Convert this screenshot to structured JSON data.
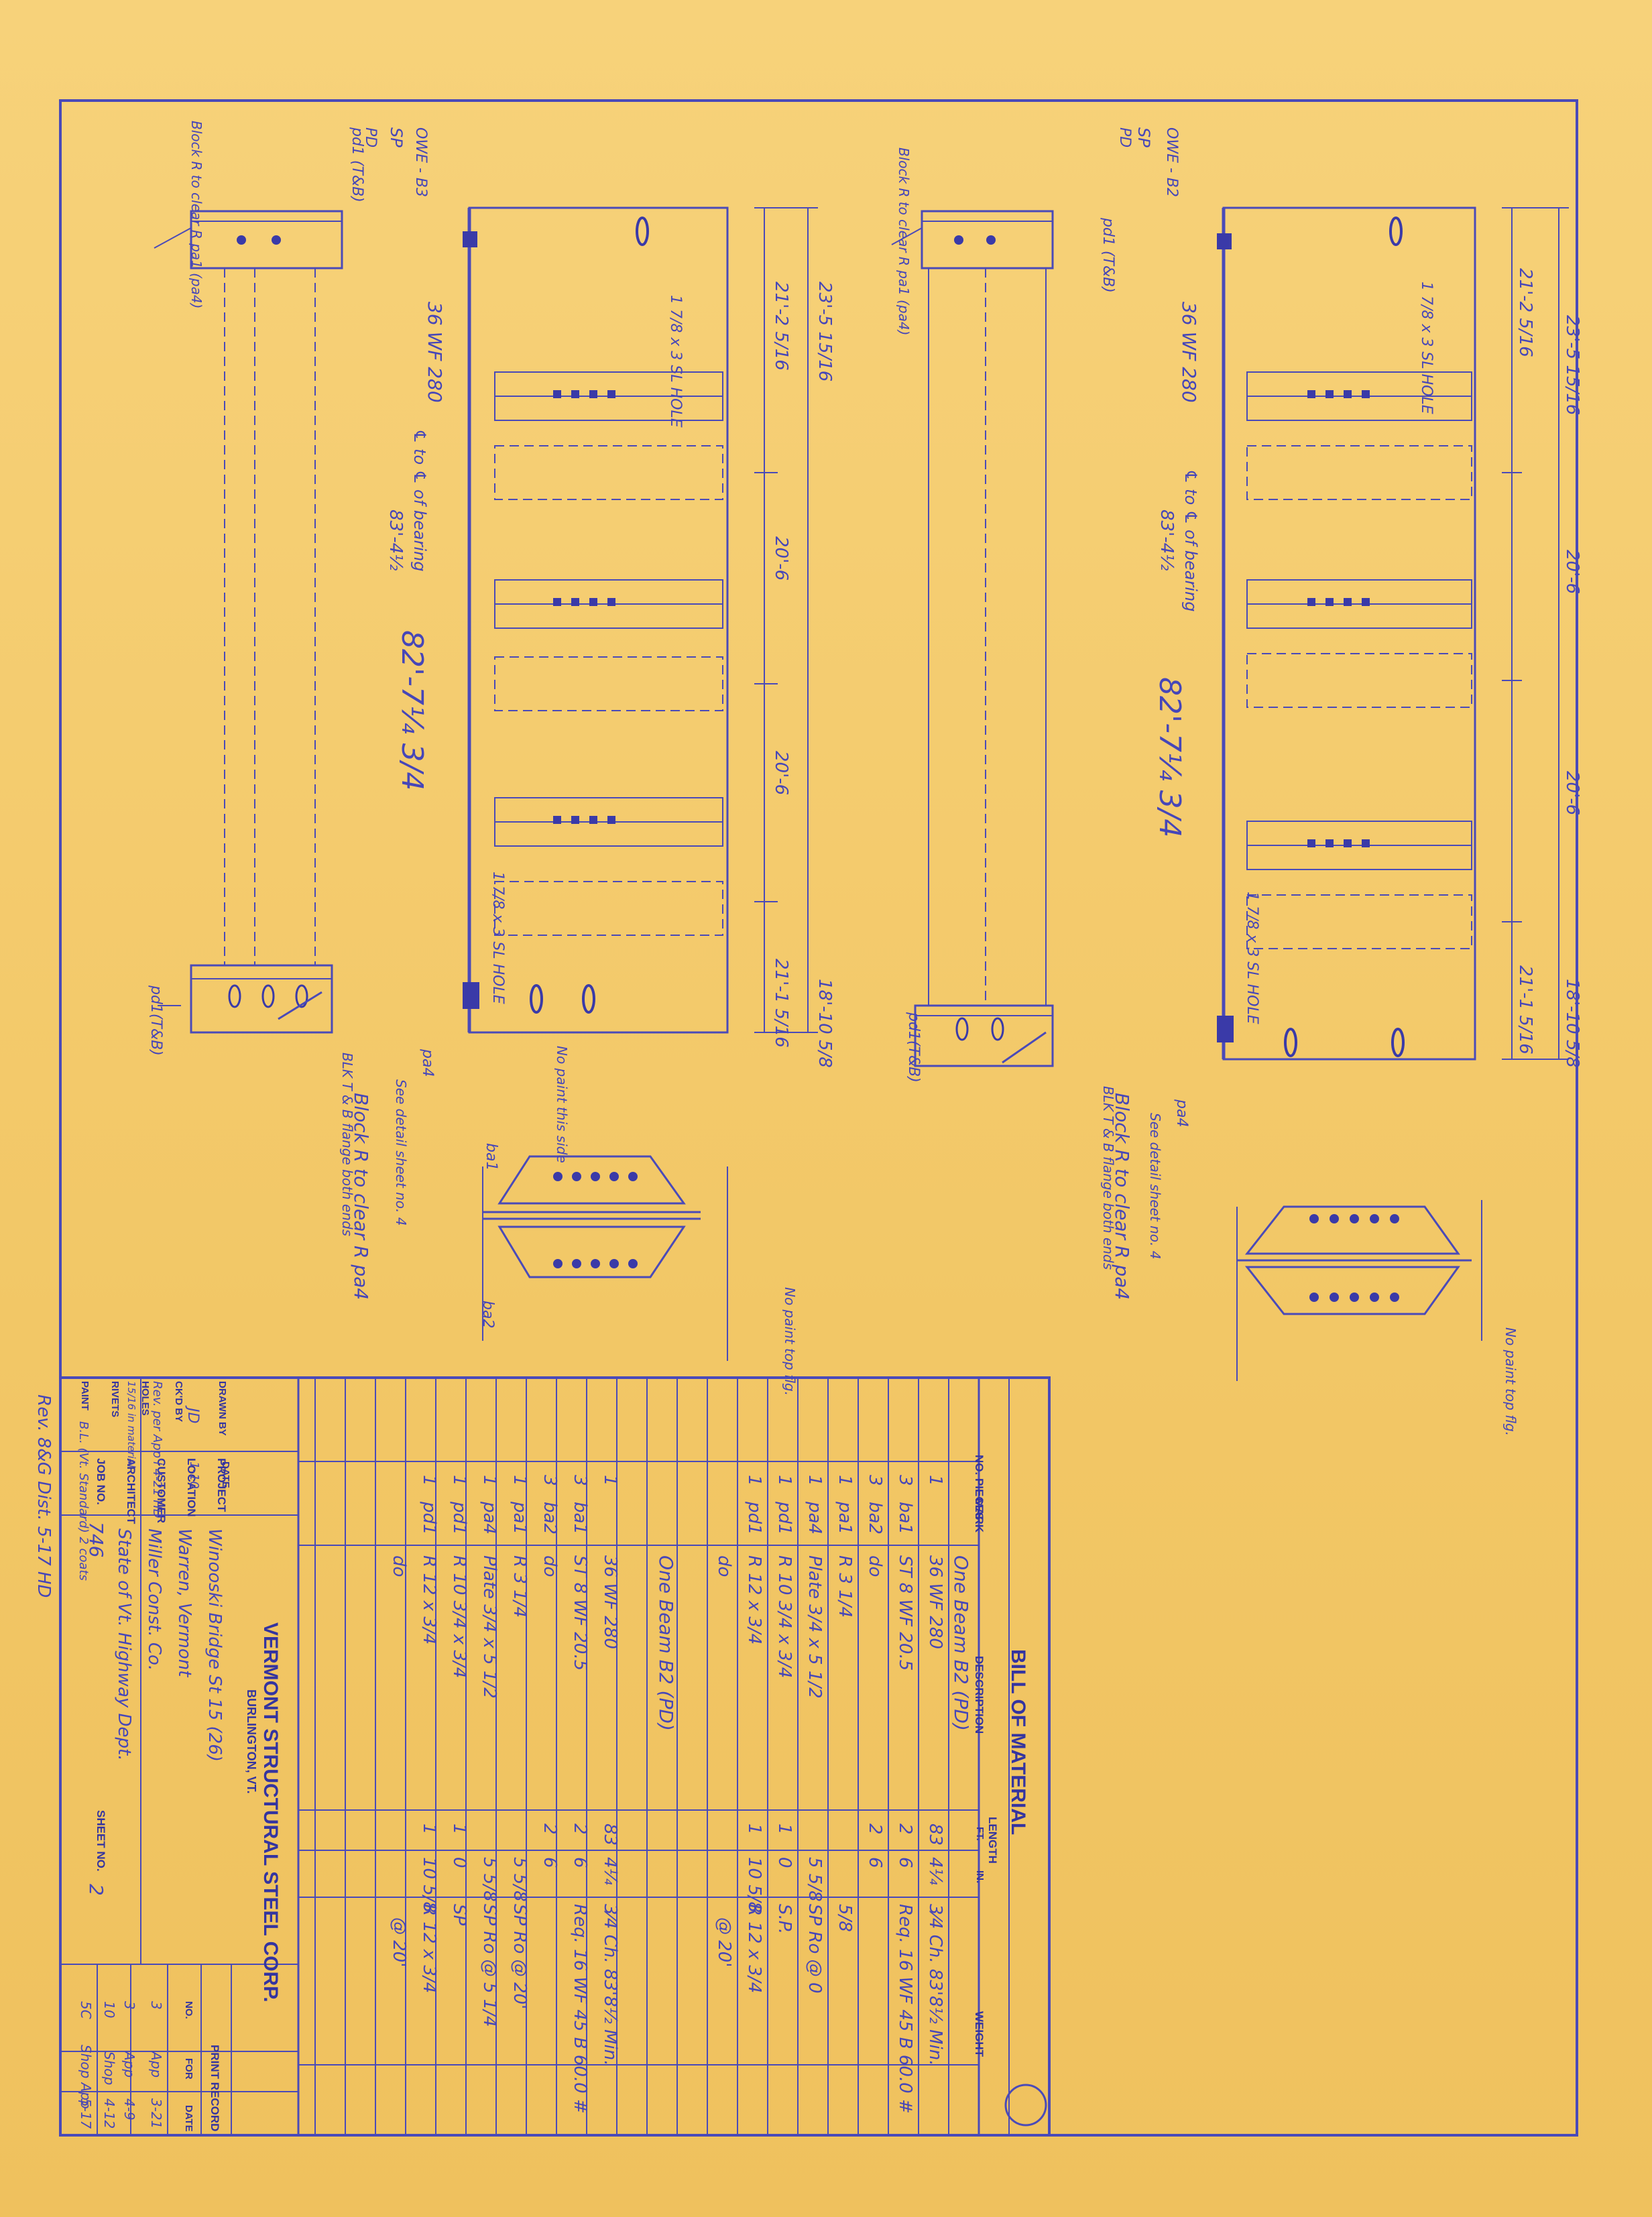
{
  "title_block": {
    "company": "VERMONT STRUCTURAL STEEL CORP.",
    "city": "BURLINGTON, VT.",
    "labels": {
      "project": "PROJECT",
      "location": "LOCATION",
      "customer": "CUSTOMER",
      "architect": "ARCHITECT",
      "job_no": "JOB NO.",
      "sheet_no": "SHEET NO.",
      "drawn_by": "DRAWN BY",
      "date": "DATE",
      "ckd_by": "CK'D BY",
      "holes": "HOLES",
      "rivets": "RIVETS",
      "paint": "PAINT"
    },
    "values": {
      "project": "Winooski Bridge  St 15 (26)",
      "location": "Warren, Vermont",
      "customer": "Miller Const. Co.",
      "architect": "State of Vt. Highway Dept.",
      "job_no": "746",
      "sheet_no": "2",
      "drawn_by": "JD",
      "date": "1-10",
      "ckd_by": "Rev. per App'l 4-21 HD",
      "holes": "15/16 in material",
      "paint": "B.L. (Vt. Standard) 2 coats"
    }
  },
  "print_record": {
    "title": "PRINT RECORD",
    "headers": [
      "NO.",
      "FOR",
      "DATE"
    ],
    "rows": [
      [
        "3",
        "App",
        "3-21"
      ],
      [
        "3",
        "App",
        "4-9"
      ],
      [
        "10",
        "Shop",
        "4-12"
      ],
      [
        "5C",
        "Shop App",
        "5-17"
      ]
    ]
  },
  "revision_note": "Rev. 8&G Dist. 5-17 HD",
  "bill_of_material": {
    "title": "BILL OF MATERIAL",
    "headers": {
      "no_pieces": "NO. PIECES",
      "mark": "MARK",
      "description": "DESCRIPTION",
      "length": "LENGTH",
      "ft": "FT.",
      "in": "IN.",
      "weight": "WEIGHT"
    },
    "groups": [
      {
        "heading": "One Beam B2 (PD)",
        "rows": [
          [
            "1",
            "",
            "36 WF 280",
            "83",
            "4¼",
            "3⁄4 Ch. 83'8½ Min."
          ],
          [
            "3",
            "ba1",
            "ST 8 WF 20.5",
            "2",
            "6",
            "Req. 16 WF 45 B 60.0 #"
          ],
          [
            "3",
            "ba2",
            "do",
            "2",
            "6",
            ""
          ],
          [
            "1",
            "pa1",
            "R 3 1/4",
            "",
            "",
            "5/8"
          ],
          [
            "1",
            "pa4",
            "Plate 3/4 x 5 1/2",
            "",
            "5 5/8",
            "SP Ro @ 0"
          ],
          [
            "1",
            "pd1",
            "R 10 3/4 x 3/4",
            "1",
            "0",
            "S.P."
          ],
          [
            "1",
            "pd1",
            "R 12 x 3/4",
            "1",
            "10 5/8",
            "R 12 x 3/4"
          ],
          [
            "",
            "",
            "do",
            "",
            "",
            "@ 20'"
          ]
        ]
      },
      {
        "heading": "One Beam B2 (PD)",
        "rows": [
          [
            "1",
            "",
            "36 WF 280",
            "83",
            "4¼",
            "3⁄4 Ch. 83'8½ Min."
          ],
          [
            "3",
            "ba1",
            "ST 8 WF 20.5",
            "2",
            "6",
            "Req. 16 WF 45 B 60.0 #"
          ],
          [
            "3",
            "ba2",
            "do",
            "2",
            "6",
            ""
          ],
          [
            "1",
            "pa1",
            "R 3 1/4",
            "",
            "5 5/8",
            "SP Ro @ 20'"
          ],
          [
            "1",
            "pa4",
            "Plate 3/4 x 5 1/2",
            "",
            "5 5/8",
            "SP Ro @ 5 1/4"
          ],
          [
            "1",
            "pd1",
            "R 10 3/4 x 3/4",
            "1",
            "0",
            "SP"
          ],
          [
            "1",
            "pd1",
            "R 12 x 3/4",
            "1",
            "10 5/8",
            "R 12 x 3/4"
          ],
          [
            "",
            "",
            "do",
            "",
            "",
            "@ 20'"
          ]
        ]
      }
    ]
  },
  "drawing_notes": {
    "beam_size": "36 WF 280",
    "overall_length": "82'-7¼ 3/4",
    "cl_bearing": "℄ to ℄ of bearing",
    "cl_bearing_dim": "83'-4½",
    "dims_left": [
      "21'-2 5/16",
      "20'-6",
      "20'-6",
      "21'-1 5/16"
    ],
    "dims_right": [
      "23'-5 15/16",
      "20'-6",
      "20'-6",
      "18'-10 5/8"
    ],
    "hole_note": "1 7/8 x 3 SL HOLE",
    "block_note": "Block R to clear R pa4",
    "block_top": "Block R to clear R pa1 (pa4)",
    "shop_marks": [
      "PD",
      "SP",
      "OWE - B3",
      "OWE - B2"
    ],
    "flange_note": "BLK T & B flange both ends",
    "detail_note": "See detail sheet no. 4",
    "paint_note": "No paint this side",
    "paint_note_2": "No paint top flg.",
    "pa4_mark": "pa4",
    "pd1_mark": "pd1 (T&B)",
    "pd1_bot": "pd1(T&B)",
    "ba1": "ba1",
    "ba2": "ba2"
  }
}
